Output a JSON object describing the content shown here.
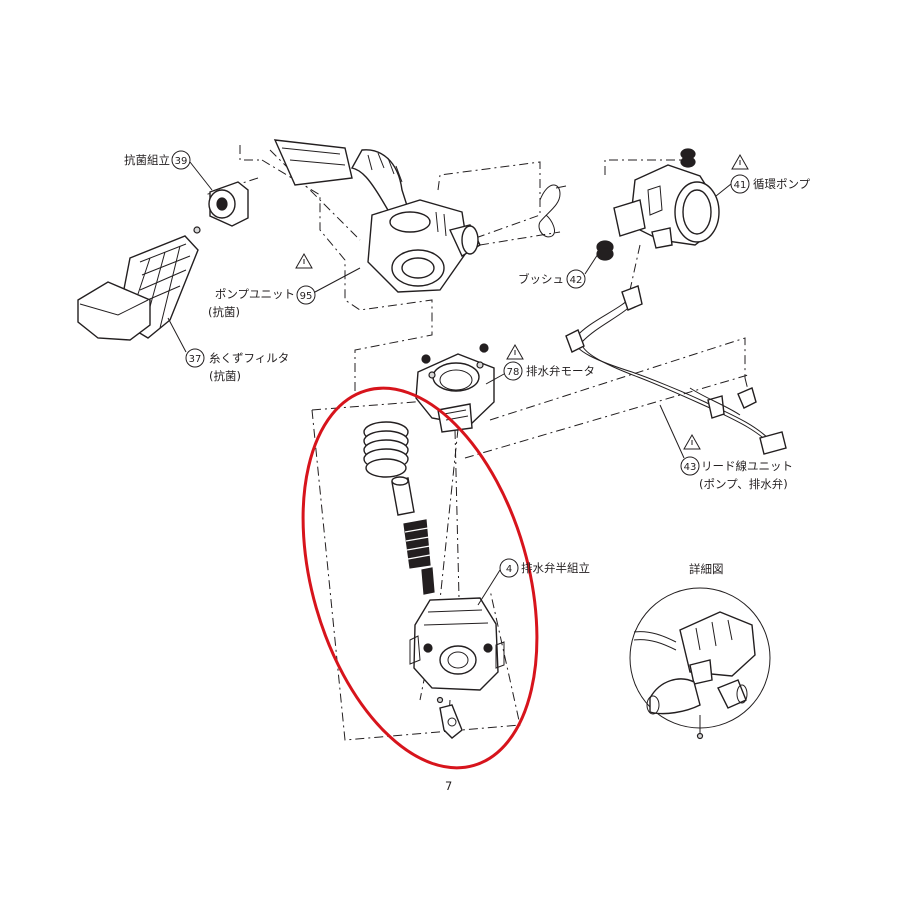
{
  "labels": {
    "antibac_assembly": {
      "text": "抗菌組立",
      "num": "39"
    },
    "pump_unit": {
      "text": "ポンプユニット",
      "sub": "(抗菌)",
      "num": "95"
    },
    "lint_filter": {
      "text": "糸くずフィルタ",
      "sub": "(抗菌)",
      "num": "37"
    },
    "circ_pump": {
      "text": "循環ポンプ",
      "num": "41"
    },
    "bush": {
      "text": "ブッシュ",
      "num": "42"
    },
    "drain_motor": {
      "text": "排水弁モータ",
      "num": "78"
    },
    "lead_unit": {
      "text": "リード線ユニット",
      "sub": "(ポンプ、排水弁)",
      "num": "43"
    },
    "drain_valve_half": {
      "text": "排水弁半組立",
      "num": "4"
    },
    "detail_view": {
      "text": "詳細図"
    },
    "page_mark": {
      "text": "7"
    }
  },
  "colors": {
    "line": "#231f20",
    "highlight": "#d7141c",
    "fill_grey": "#d9d9d9"
  }
}
